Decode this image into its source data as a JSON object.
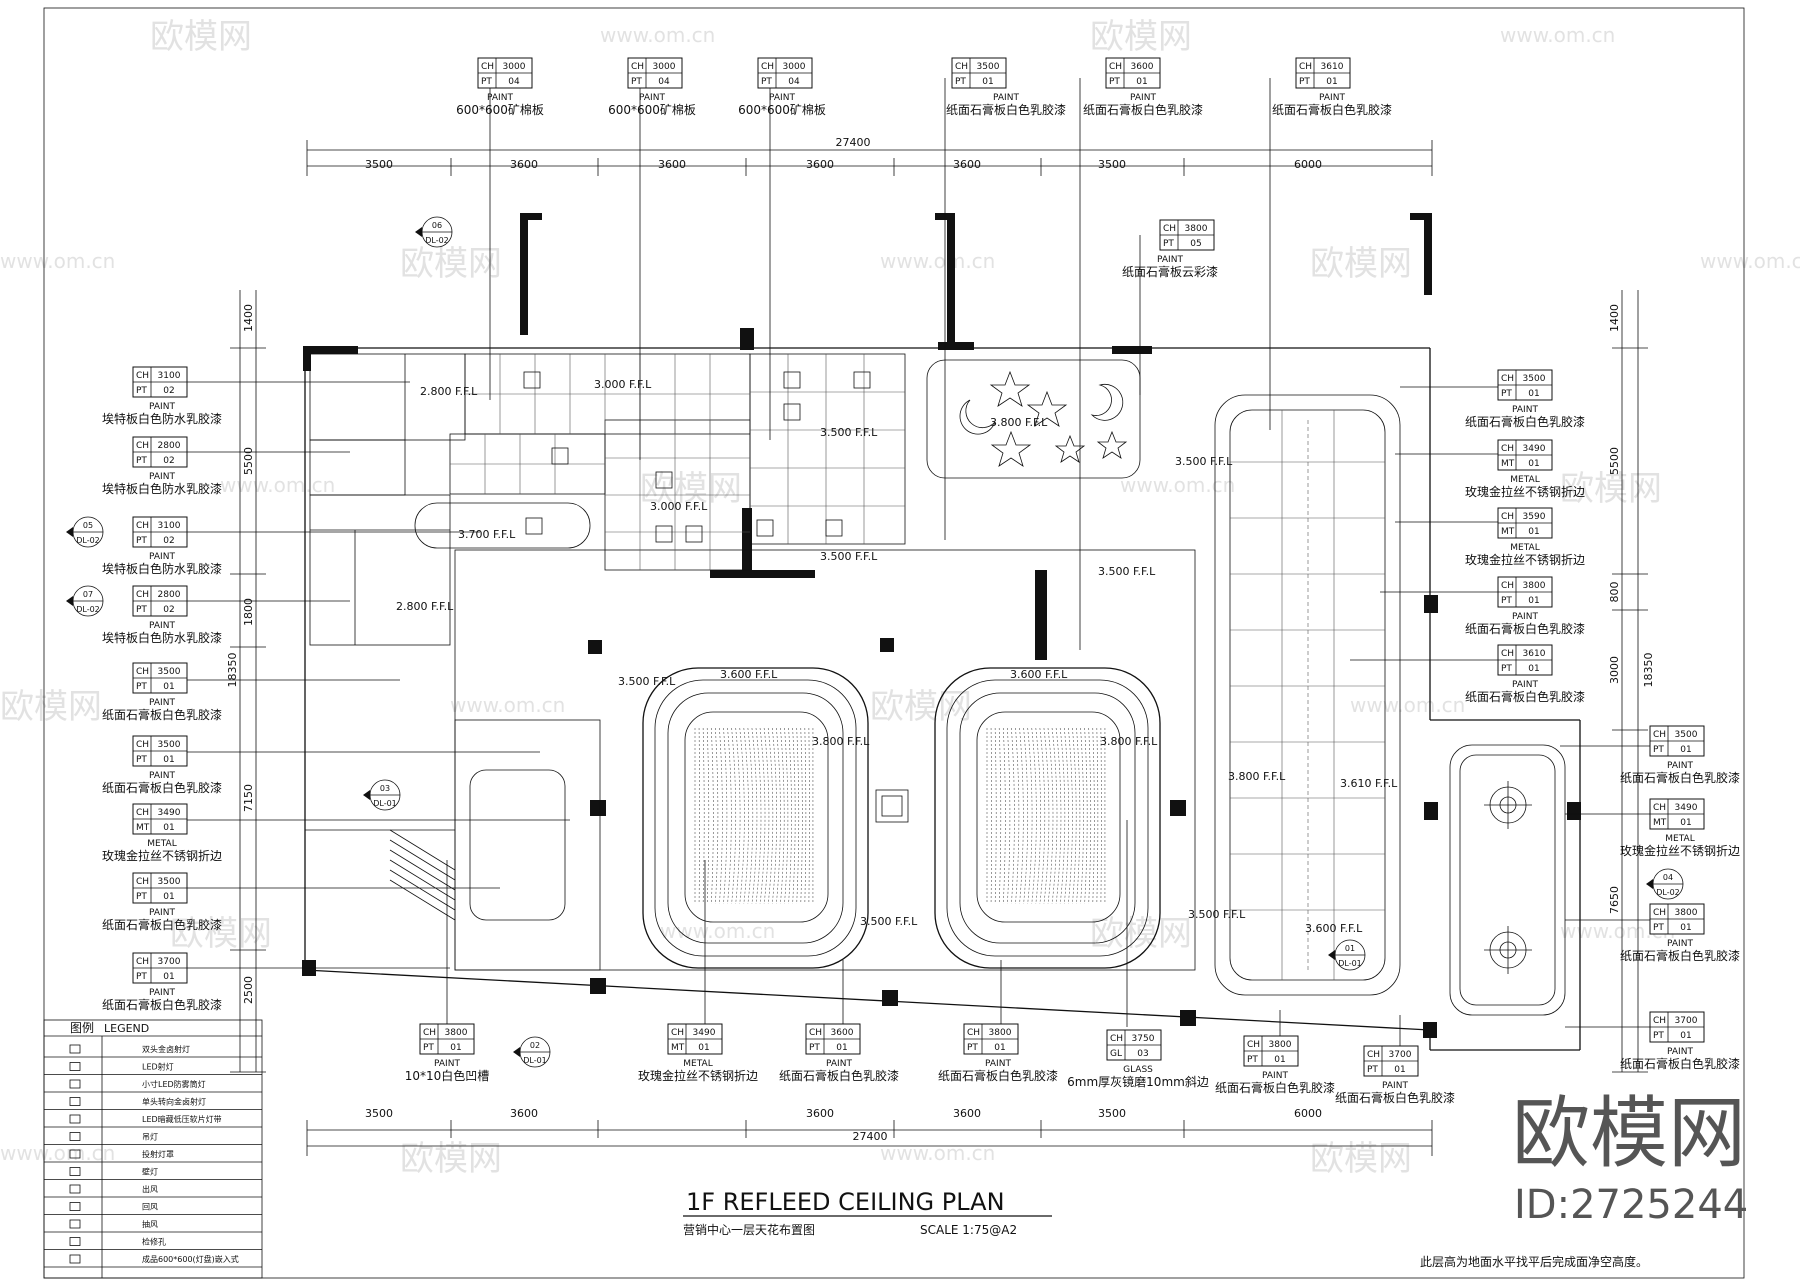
{
  "drawing": {
    "title": "1F REFLEED CEILING PLAN",
    "subtitle": "营销中心一层天花布置图",
    "scale": "SCALE  1:75@A2",
    "note": "此层高为地面水平找平后完成面净空高度。"
  },
  "branding": {
    "logo_text": "欧模网",
    "id_text": "ID:2725244",
    "watermark_text": "欧模网",
    "watermark_url": "www.om.cn"
  },
  "dimensions": {
    "top_total": "27400",
    "top_segments": [
      "3500",
      "3600",
      "3600",
      "3600",
      "3600",
      "3500",
      "6000"
    ],
    "bottom_total": "27400",
    "bottom_segments": [
      "3500",
      "3600",
      "3600",
      "3600",
      "3500",
      "6000"
    ],
    "left_total": "18350",
    "left_segments": [
      "1400",
      "5500",
      "1800",
      "7150",
      "2500"
    ],
    "right_total": "18350",
    "right_segments": [
      "1400",
      "5500",
      "800",
      "3000",
      "7650"
    ]
  },
  "tags": {
    "top": [
      {
        "ch": "3000",
        "pt": "04",
        "material": "PAINT",
        "desc": "600*600矿棉板"
      },
      {
        "ch": "3000",
        "pt": "04",
        "material": "PAINT",
        "desc": "600*600矿棉板"
      },
      {
        "ch": "3000",
        "pt": "04",
        "material": "PAINT",
        "desc": "600*600矿棉板"
      },
      {
        "ch": "3500",
        "pt": "01",
        "material": "PAINT",
        "desc": "纸面石膏板白色乳胶漆"
      },
      {
        "ch": "3600",
        "pt": "01",
        "material": "PAINT",
        "desc": "纸面石膏板白色乳胶漆"
      },
      {
        "ch": "3610",
        "pt": "01",
        "material": "PAINT",
        "desc": "纸面石膏板白色乳胶漆"
      },
      {
        "ch": "3800",
        "pt": "05",
        "material": "PAINT",
        "desc": "纸面石膏板云彩漆"
      }
    ],
    "left": [
      {
        "ch": "3100",
        "pt": "02",
        "ptl": "PT",
        "material": "PAINT",
        "desc": "埃特板白色防水乳胶漆"
      },
      {
        "ch": "2800",
        "pt": "02",
        "ptl": "PT",
        "material": "PAINT",
        "desc": "埃特板白色防水乳胶漆"
      },
      {
        "ch": "3100",
        "pt": "02",
        "ptl": "PT",
        "material": "PAINT",
        "desc": "埃特板白色防水乳胶漆"
      },
      {
        "ch": "2800",
        "pt": "02",
        "ptl": "PT",
        "material": "PAINT",
        "desc": "埃特板白色防水乳胶漆"
      },
      {
        "ch": "3500",
        "pt": "01",
        "ptl": "PT",
        "material": "PAINT",
        "desc": "纸面石膏板白色乳胶漆"
      },
      {
        "ch": "3500",
        "pt": "01",
        "ptl": "PT",
        "material": "PAINT",
        "desc": "纸面石膏板白色乳胶漆"
      },
      {
        "ch": "3490",
        "pt": "01",
        "ptl": "MT",
        "material": "METAL",
        "desc": "玫瑰金拉丝不锈钢折边"
      },
      {
        "ch": "3500",
        "pt": "01",
        "ptl": "PT",
        "material": "PAINT",
        "desc": "纸面石膏板白色乳胶漆"
      },
      {
        "ch": "3700",
        "pt": "01",
        "ptl": "PT",
        "material": "PAINT",
        "desc": "纸面石膏板白色乳胶漆"
      }
    ],
    "right": [
      {
        "ch": "3500",
        "pt": "01",
        "ptl": "PT",
        "material": "PAINT",
        "desc": "纸面石膏板白色乳胶漆"
      },
      {
        "ch": "3490",
        "pt": "01",
        "ptl": "MT",
        "material": "METAL",
        "desc": "玫瑰金拉丝不锈钢折边"
      },
      {
        "ch": "3590",
        "pt": "01",
        "ptl": "MT",
        "material": "METAL",
        "desc": "玫瑰金拉丝不锈钢折边"
      },
      {
        "ch": "3800",
        "pt": "01",
        "ptl": "PT",
        "material": "PAINT",
        "desc": "纸面石膏板白色乳胶漆"
      },
      {
        "ch": "3610",
        "pt": "01",
        "ptl": "PT",
        "material": "PAINT",
        "desc": "纸面石膏板白色乳胶漆"
      }
    ],
    "far_right": [
      {
        "ch": "3500",
        "pt": "01",
        "ptl": "PT",
        "material": "PAINT",
        "desc": "纸面石膏板白色乳胶漆"
      },
      {
        "ch": "3490",
        "pt": "01",
        "ptl": "MT",
        "material": "METAL",
        "desc": "玫瑰金拉丝不锈钢折边"
      },
      {
        "ch": "3800",
        "pt": "01",
        "ptl": "PT",
        "material": "PAINT",
        "desc": "纸面石膏板白色乳胶漆"
      },
      {
        "ch": "3700",
        "pt": "01",
        "ptl": "PT",
        "material": "PAINT",
        "desc": "纸面石膏板白色乳胶漆"
      }
    ],
    "bottom": [
      {
        "ch": "3800",
        "pt": "01",
        "ptl": "PT",
        "material": "PAINT",
        "desc": "10*10白色凹槽"
      },
      {
        "ch": "3490",
        "pt": "01",
        "ptl": "MT",
        "material": "METAL",
        "desc": "玫瑰金拉丝不锈钢折边"
      },
      {
        "ch": "3600",
        "pt": "01",
        "ptl": "PT",
        "material": "PAINT",
        "desc": "纸面石膏板白色乳胶漆"
      },
      {
        "ch": "3800",
        "pt": "01",
        "ptl": "PT",
        "material": "PAINT",
        "desc": "纸面石膏板白色乳胶漆"
      },
      {
        "ch": "3750",
        "pt": "03",
        "ptl": "GL",
        "material": "GLASS",
        "desc": "6mm厚灰镜磨10mm斜边"
      },
      {
        "ch": "3800",
        "pt": "01",
        "ptl": "PT",
        "material": "PAINT",
        "desc": "纸面石膏板白色乳胶漆"
      },
      {
        "ch": "3700",
        "pt": "01",
        "ptl": "PT",
        "material": "PAINT",
        "desc": "纸面石膏板白色乳胶漆"
      }
    ]
  },
  "levels": [
    "3.000 F.F.L",
    "2.800 F.F.L",
    "3.500 F.F.L",
    "3.000 F.F.L",
    "3.700 F.F.L",
    "3.500 F.F.L",
    "3.800 F.F.L",
    "3.500 F.F.L",
    "3.500 F.F.L",
    "2.800 F.F.L",
    "3.500 F.F.L",
    "3.600 F.F.L",
    "3.600 F.F.L",
    "3.800 F.F.L",
    "3.800 F.F.L",
    "3.800 F.F.L",
    "3.610 F.F.L",
    "3.500 F.F.L",
    "3.500 F.F.L",
    "3.600 F.F.L"
  ],
  "section_marks": [
    {
      "num": "05",
      "ref": "DL-02"
    },
    {
      "num": "07",
      "ref": "DL-02"
    },
    {
      "num": "06",
      "ref": "DL-02"
    },
    {
      "num": "03",
      "ref": "DL-01"
    },
    {
      "num": "02",
      "ref": "DL-01"
    },
    {
      "num": "01",
      "ref": "DL-01"
    },
    {
      "num": "04",
      "ref": "DL-02"
    }
  ],
  "legend": {
    "title": "图例",
    "title_en": "LEGEND",
    "items": [
      "双头金卤射灯",
      "LED射灯",
      "小寸LED防雾筒灯",
      "单头转向金卤射灯",
      "LED暗藏低压软片灯带",
      "吊灯",
      "投射灯罩",
      "壁灯",
      "出风",
      "回风",
      "抽风",
      "检修孔",
      "成品600*600(灯盘)嵌入式"
    ]
  }
}
